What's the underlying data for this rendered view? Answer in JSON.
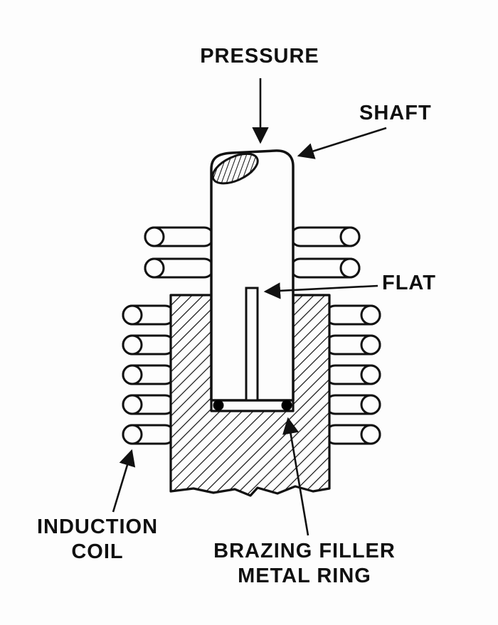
{
  "diagram": {
    "labels": {
      "pressure": "PRESSURE",
      "shaft": "SHAFT",
      "flat": "FLAT",
      "induction_coil": "INDUCTION\nCOIL",
      "brazing_ring": "BRAZING FILLER\nMETAL RING"
    },
    "colors": {
      "ink": "#111111",
      "background": "#fdfdfd",
      "filler_ring": "#000000"
    }
  }
}
